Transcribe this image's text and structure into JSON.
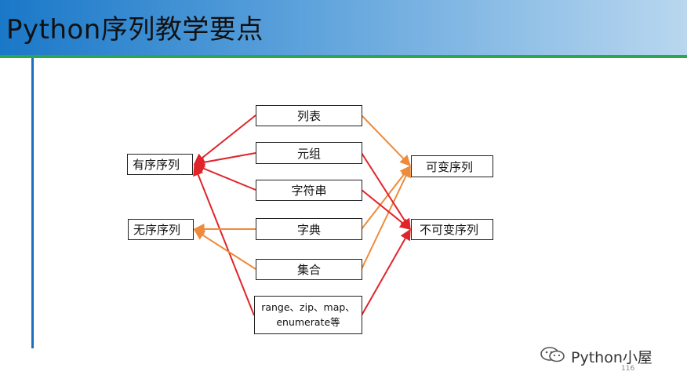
{
  "title": "Python序列教学要点",
  "boxes": {
    "list": "列表",
    "tuple": "元组",
    "string": "字符串",
    "dict": "字典",
    "set": "集合",
    "misc_line1": "range、zip、map、",
    "misc_line2": "enumerate等",
    "ordered": "有序序列",
    "unordered": "无序序列",
    "mutable": "可变序列",
    "immutable": "不可变序列"
  },
  "footer": {
    "brand": "Python小屋",
    "page_number": "116"
  },
  "colors": {
    "header_left": "#1a78c8",
    "header_right": "#b9d7ef",
    "green_line": "#2aa84a",
    "red_arrow": "#e0242a",
    "orange_arrow": "#ee8b3a"
  }
}
